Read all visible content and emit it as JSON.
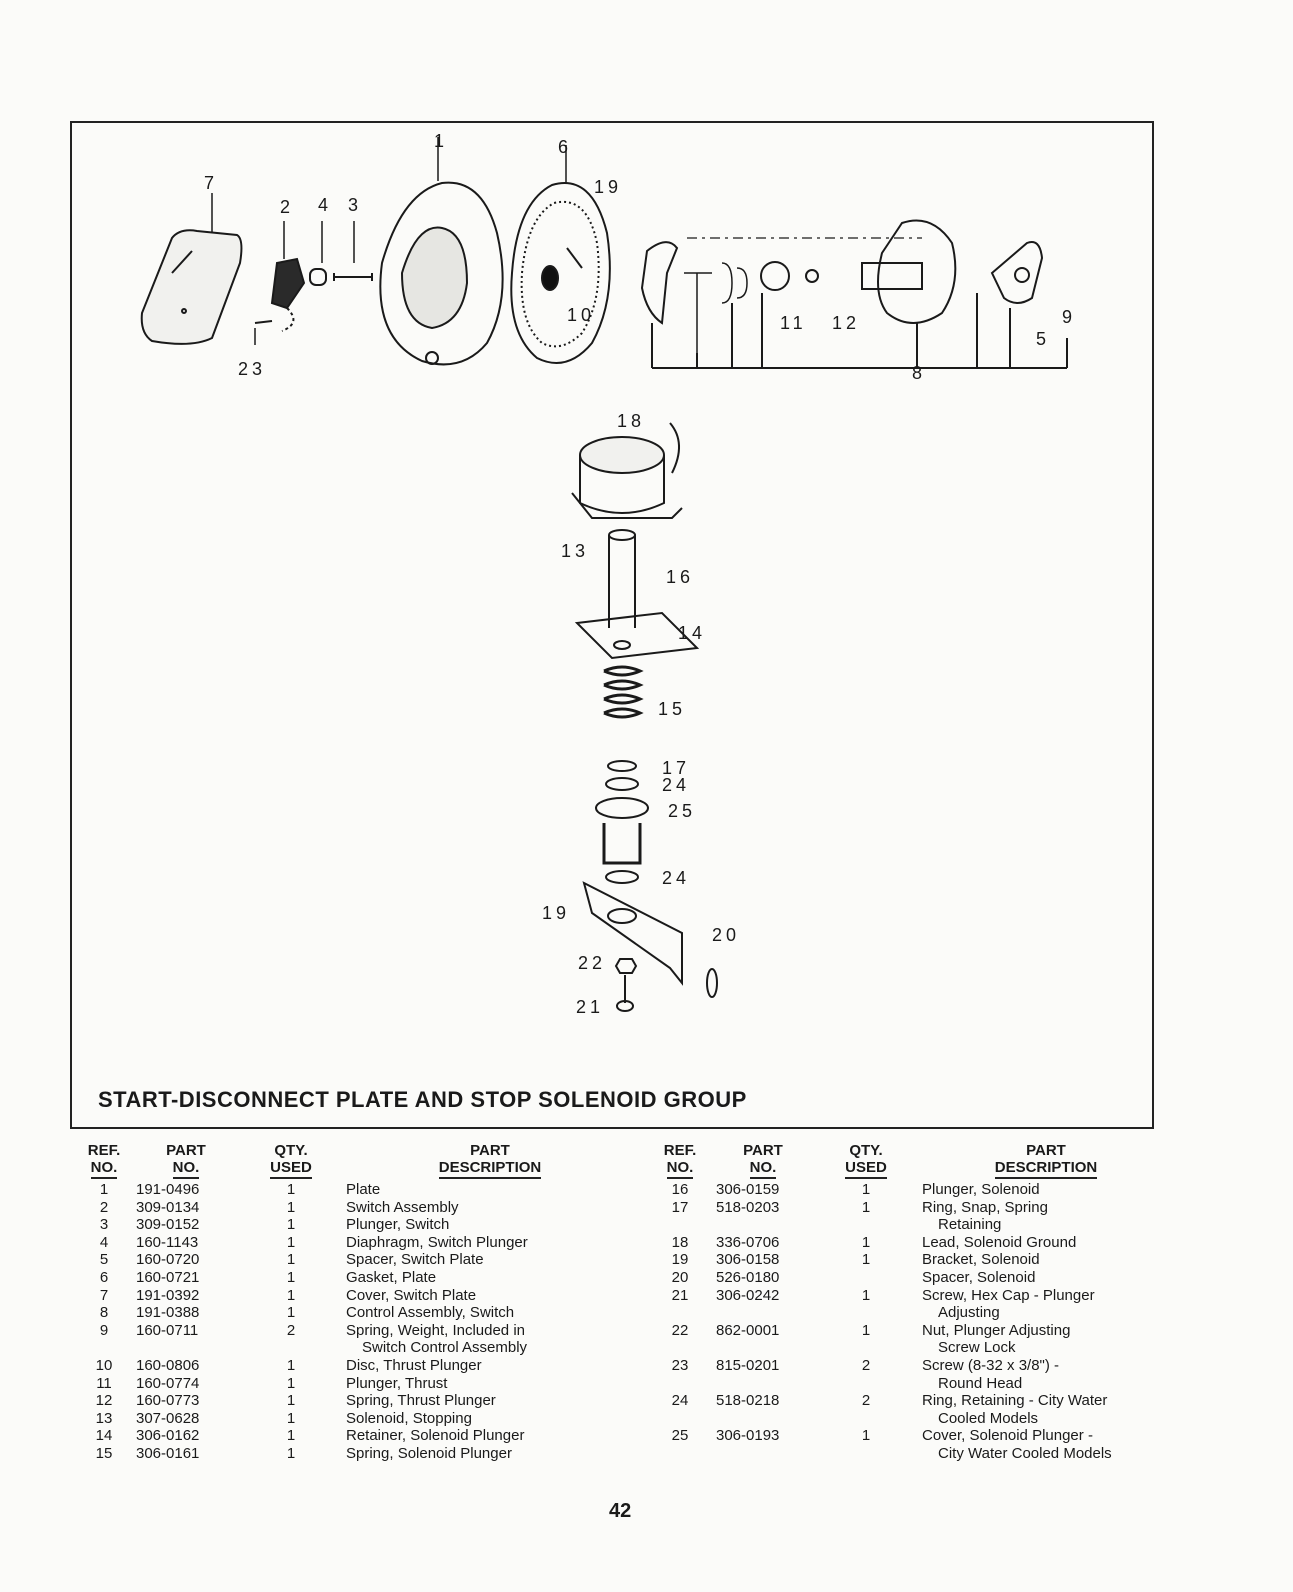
{
  "figure": {
    "caption": "START-DISCONNECT PLATE AND STOP SOLENOID GROUP",
    "callouts": {
      "c1": "1",
      "c2": "2",
      "c3": "3",
      "c4": "4",
      "c5": "5",
      "c6": "6",
      "c7": "7",
      "c8": "8",
      "c9": "9",
      "c10": "10",
      "c11": "11",
      "c12": "12",
      "c13": "13",
      "c14": "14",
      "c15": "15",
      "c16": "16",
      "c17": "17",
      "c18": "18",
      "c19a": "19",
      "c19b": "19",
      "c20": "20",
      "c21": "21",
      "c22": "22",
      "c23": "23",
      "c24a": "24",
      "c24b": "24",
      "c25": "25"
    }
  },
  "table": {
    "headers": {
      "ref_line1": "REF.",
      "ref_line2": "NO.",
      "part_line1": "PART",
      "part_line2": "NO.",
      "qty_line1": "QTY.",
      "qty_line2": "USED",
      "desc_line1": "PART",
      "desc_line2": "DESCRIPTION"
    },
    "left_rows": [
      {
        "ref": "1",
        "part": "191-0496",
        "qty": "1",
        "desc": "Plate",
        "desc2": ""
      },
      {
        "ref": "2",
        "part": "309-0134",
        "qty": "1",
        "desc": "Switch Assembly",
        "desc2": ""
      },
      {
        "ref": "3",
        "part": "309-0152",
        "qty": "1",
        "desc": "Plunger, Switch",
        "desc2": ""
      },
      {
        "ref": "4",
        "part": "160-1143",
        "qty": "1",
        "desc": "Diaphragm, Switch Plunger",
        "desc2": ""
      },
      {
        "ref": "5",
        "part": "160-0720",
        "qty": "1",
        "desc": "Spacer, Switch Plate",
        "desc2": ""
      },
      {
        "ref": "6",
        "part": "160-0721",
        "qty": "1",
        "desc": "Gasket, Plate",
        "desc2": ""
      },
      {
        "ref": "7",
        "part": "191-0392",
        "qty": "1",
        "desc": "Cover, Switch Plate",
        "desc2": ""
      },
      {
        "ref": "8",
        "part": "191-0388",
        "qty": "1",
        "desc": "Control Assembly, Switch",
        "desc2": ""
      },
      {
        "ref": "9",
        "part": "160-0711",
        "qty": "2",
        "desc": "Spring, Weight, Included in",
        "desc2": "Switch Control Assembly"
      },
      {
        "ref": "10",
        "part": "160-0806",
        "qty": "1",
        "desc": "Disc, Thrust Plunger",
        "desc2": ""
      },
      {
        "ref": "11",
        "part": "160-0774",
        "qty": "1",
        "desc": "Plunger, Thrust",
        "desc2": ""
      },
      {
        "ref": "12",
        "part": "160-0773",
        "qty": "1",
        "desc": "Spring, Thrust Plunger",
        "desc2": ""
      },
      {
        "ref": "13",
        "part": "307-0628",
        "qty": "1",
        "desc": "Solenoid, Stopping",
        "desc2": ""
      },
      {
        "ref": "14",
        "part": "306-0162",
        "qty": "1",
        "desc": "Retainer, Solenoid Plunger",
        "desc2": ""
      },
      {
        "ref": "15",
        "part": "306-0161",
        "qty": "1",
        "desc": "Spring, Solenoid Plunger",
        "desc2": ""
      }
    ],
    "right_rows": [
      {
        "ref": "16",
        "part": "306-0159",
        "qty": "1",
        "desc": "Plunger, Solenoid",
        "desc2": ""
      },
      {
        "ref": "17",
        "part": "518-0203",
        "qty": "1",
        "desc": "Ring, Snap, Spring",
        "desc2": "Retaining"
      },
      {
        "ref": "18",
        "part": "336-0706",
        "qty": "1",
        "desc": "Lead, Solenoid Ground",
        "desc2": ""
      },
      {
        "ref": "19",
        "part": "306-0158",
        "qty": "1",
        "desc": "Bracket, Solenoid",
        "desc2": ""
      },
      {
        "ref": "20",
        "part": "526-0180",
        "qty": "",
        "desc": "Spacer, Solenoid",
        "desc2": ""
      },
      {
        "ref": "21",
        "part": "306-0242",
        "qty": "1",
        "desc": "Screw, Hex Cap - Plunger",
        "desc2": "Adjusting"
      },
      {
        "ref": "22",
        "part": "862-0001",
        "qty": "1",
        "desc": "Nut, Plunger Adjusting",
        "desc2": "Screw Lock"
      },
      {
        "ref": "23",
        "part": "815-0201",
        "qty": "2",
        "desc": "Screw (8-32 x 3/8\") -",
        "desc2": "Round Head"
      },
      {
        "ref": "24",
        "part": "518-0218",
        "qty": "2",
        "desc": "Ring, Retaining - City Water",
        "desc2": "Cooled Models"
      },
      {
        "ref": "25",
        "part": "306-0193",
        "qty": "1",
        "desc": "Cover, Solenoid Plunger -",
        "desc2": "City Water Cooled Models"
      }
    ]
  },
  "page_number": "42"
}
